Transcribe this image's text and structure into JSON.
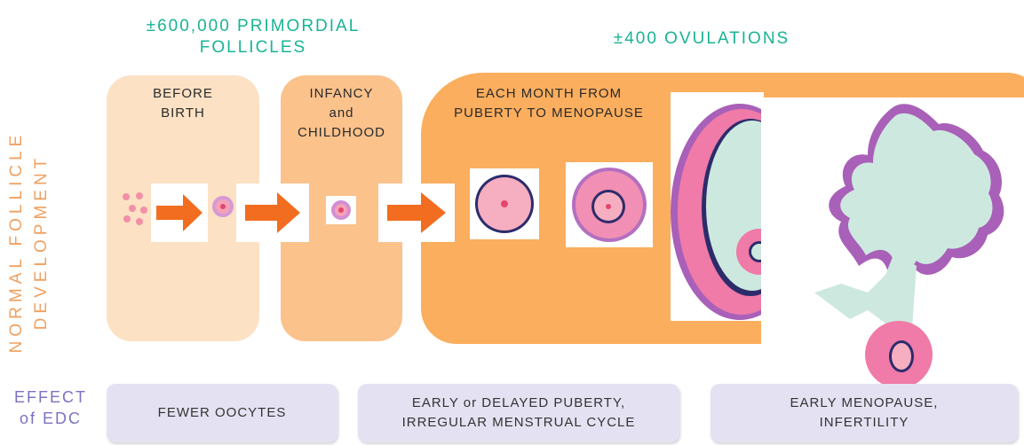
{
  "header": {
    "primordial_line1": "±600,000 PRIMORDIAL",
    "primordial_line2": "FOLLICLES",
    "ovulations": "±400 OVULATIONS"
  },
  "side_label": {
    "line1": "NORMAL FOLLICLE",
    "line2": "DEVELOPMENT"
  },
  "stages": [
    {
      "line1": "BEFORE",
      "line2": "BIRTH"
    },
    {
      "line1": "INFANCY",
      "line2": "and",
      "line3": "CHILDHOOD"
    },
    {
      "line1": "EACH MONTH FROM",
      "line2": "PUBERTY TO MENOPAUSE"
    }
  ],
  "effect": {
    "title_line1": "EFFECT",
    "title_line2": "of EDC",
    "boxes": [
      {
        "line1": "FEWER OOCYTES"
      },
      {
        "line1": "EARLY or DELAYED PUBERTY,",
        "line2": "IRREGULAR MENSTRUAL CYCLE"
      },
      {
        "line1": "EARLY MENOPAUSE,",
        "line2": "INFERTILITY"
      }
    ]
  },
  "colors": {
    "teal_text": "#19b394",
    "stage1_fill": "#fce1c4",
    "stage2_fill": "#fbc28c",
    "stage3_fill": "#fbae5e",
    "arrow": "#f26d1f",
    "side_label": "#f0a060",
    "effect_box": "#e4e2f2",
    "effect_title": "#7b72c4"
  },
  "icons": [
    "arrow-right-icon",
    "follicle-icon"
  ]
}
